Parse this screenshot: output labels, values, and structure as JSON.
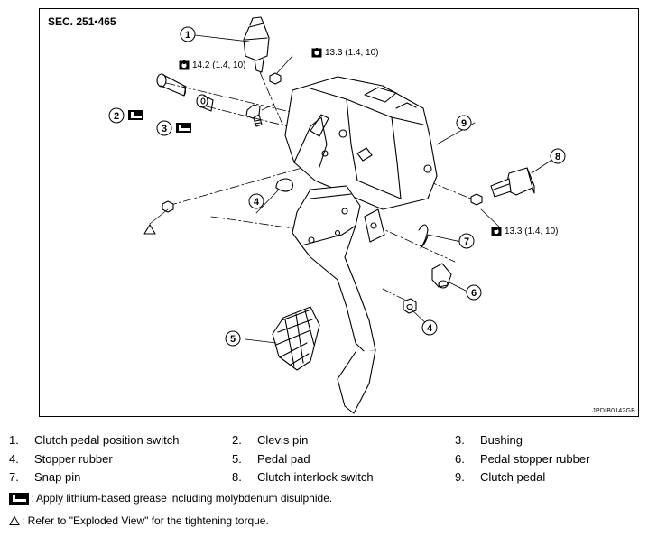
{
  "diagram": {
    "section_label": "SEC. 251•465",
    "figure_code": "JPDIB0142GB",
    "callouts": [
      "1",
      "2",
      "3",
      "4",
      "5",
      "6",
      "7",
      "8",
      "9",
      "4"
    ],
    "torque_specs": [
      "14.2 (1.4, 10)",
      "13.3 (1.4, 10)",
      "13.3 (1.4, 10)"
    ]
  },
  "legend": [
    {
      "num": "1.",
      "label": "Clutch pedal position switch"
    },
    {
      "num": "2.",
      "label": "Clevis pin"
    },
    {
      "num": "3.",
      "label": "Bushing"
    },
    {
      "num": "4.",
      "label": "Stopper rubber"
    },
    {
      "num": "5.",
      "label": "Pedal pad"
    },
    {
      "num": "6.",
      "label": "Pedal stopper rubber"
    },
    {
      "num": "7.",
      "label": "Snap pin"
    },
    {
      "num": "8.",
      "label": "Clutch interlock switch"
    },
    {
      "num": "9.",
      "label": "Clutch pedal"
    }
  ],
  "notes": {
    "grease": ": Apply lithium-based grease including molybdenum disulphide.",
    "triangle": ": Refer to \"Exploded View\" for the tightening torque."
  }
}
